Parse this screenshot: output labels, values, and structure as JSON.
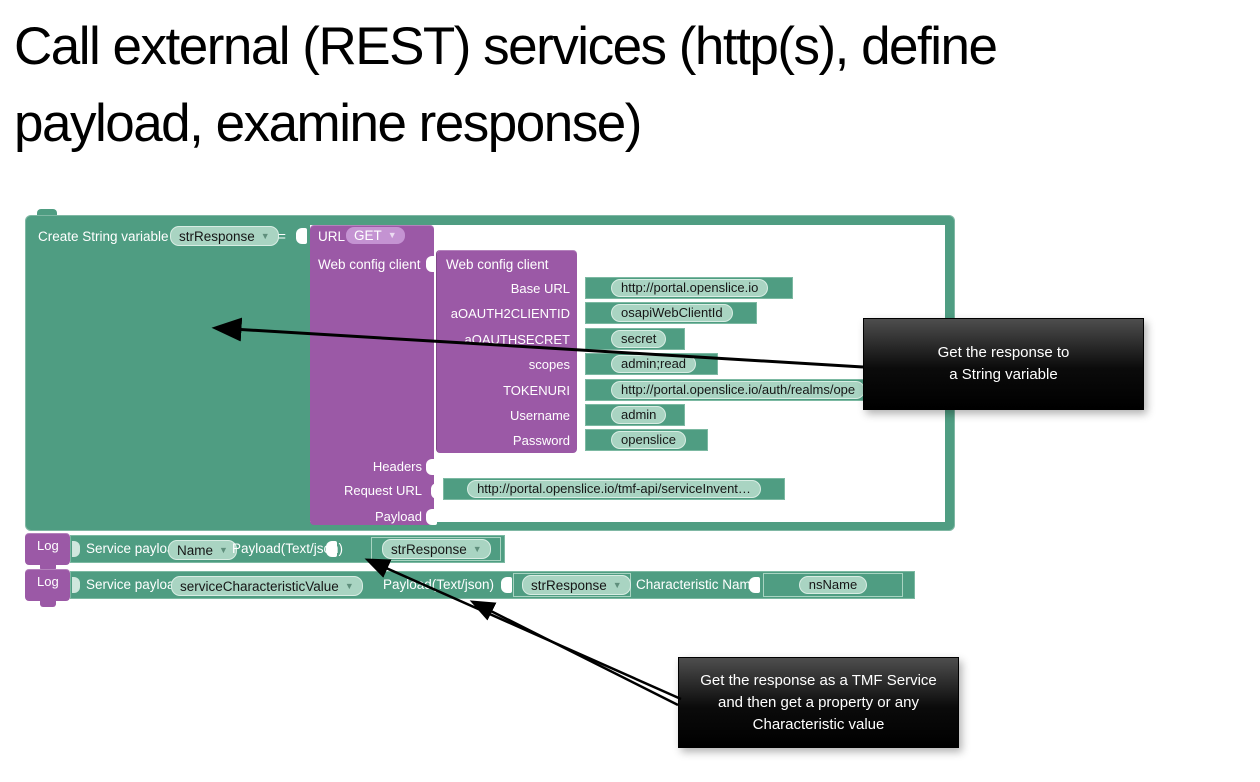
{
  "title": {
    "line1": "Call external (REST) services (http(s), define",
    "line2": "payload, examine response)"
  },
  "canvas": {
    "create_var": {
      "label": "Create String variable",
      "variable": "strResponse",
      "equals": "="
    },
    "url_block": {
      "label": "URL",
      "method": "GET",
      "web_config_row_label": "Web config client",
      "headers_label": "Headers",
      "request_url_label": "Request URL",
      "payload_label": "Payload",
      "request_url_value": "http://portal.openslice.io/tmf-api/serviceInvent…"
    },
    "web_config_block": {
      "title": "Web config client",
      "fields": [
        {
          "label": "Base URL",
          "value": "http://portal.openslice.io"
        },
        {
          "label": "aOAUTH2CLIENTID",
          "value": "osapiWebClientId"
        },
        {
          "label": "aOAUTHSECRET",
          "value": "secret"
        },
        {
          "label": "scopes",
          "value": "admin;read"
        },
        {
          "label": "TOKENURI",
          "value": "http://portal.openslice.io/auth/realms/ope"
        },
        {
          "label": "Username",
          "value": "admin"
        },
        {
          "label": "Password",
          "value": "openslice"
        }
      ]
    },
    "log_row_1": {
      "tab": "Log",
      "prefix": "Service payload",
      "selector": "Name",
      "payload_label": "Payload(Text/json)",
      "value": "strResponse"
    },
    "log_row_2": {
      "tab": "Log",
      "prefix": "Service payload",
      "selector": "serviceCharacteristicValue",
      "payload_label": "Payload(Text/json)",
      "value": "strResponse",
      "characteristic_label": "Characteristic Name",
      "characteristic_value": "nsName"
    }
  },
  "callouts": {
    "string_variable": {
      "line1": "Get the response to",
      "line2": "a String variable"
    },
    "tmf_service": {
      "line1": "Get the response as a TMF Service",
      "line2": "and then get a property or any",
      "line3": "Characteristic value"
    }
  },
  "colors": {
    "block_green": "#4F9D82",
    "block_purple": "#9B59A6",
    "pill_green": "#A9D4C2",
    "pill_purple": "#C493D2",
    "callout_bg": "#000000",
    "text_on_block": "#FFFFFF"
  }
}
